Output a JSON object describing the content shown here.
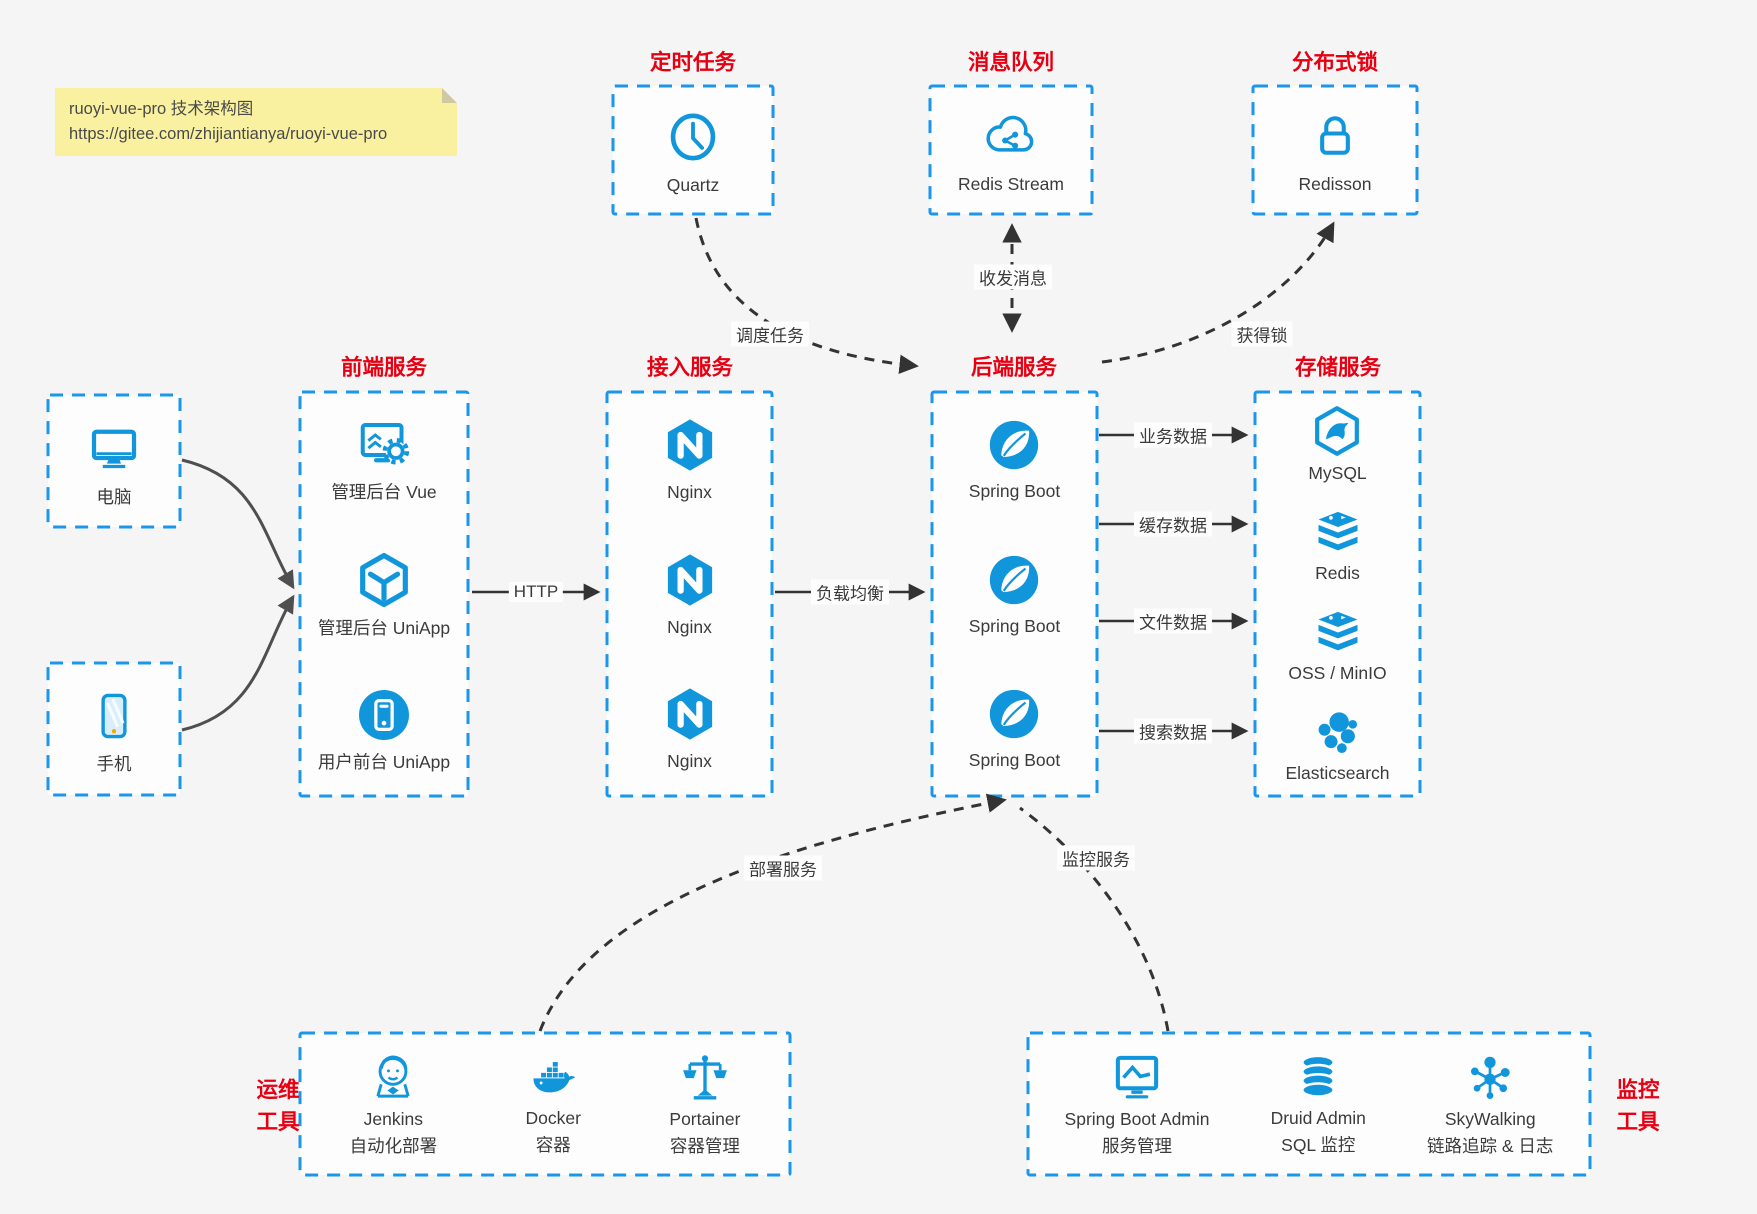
{
  "note": {
    "line1": "ruoyi-vue-pro 技术架构图",
    "line2": "https://gitee.com/zhijiantianya/ruoyi-vue-pro"
  },
  "top_boxes": [
    {
      "title": "定时任务",
      "label": "Quartz",
      "icon": "clock-icon"
    },
    {
      "title": "消息队列",
      "label": "Redis Stream",
      "icon": "cloud-stream-icon"
    },
    {
      "title": "分布式锁",
      "label": "Redisson",
      "icon": "lock-icon"
    }
  ],
  "clients": [
    {
      "label": "电脑",
      "icon": "desktop-icon"
    },
    {
      "label": "手机",
      "icon": "mobile-icon"
    }
  ],
  "frontend": {
    "title": "前端服务",
    "items": [
      {
        "label": "管理后台 Vue",
        "icon": "admin-vue-icon"
      },
      {
        "label": "管理后台 UniApp",
        "icon": "uniapp-cube-icon"
      },
      {
        "label": "用户前台 UniApp",
        "icon": "user-app-icon"
      }
    ]
  },
  "gateway": {
    "title": "接入服务",
    "items": [
      {
        "label": "Nginx",
        "icon": "nginx-icon"
      },
      {
        "label": "Nginx",
        "icon": "nginx-icon"
      },
      {
        "label": "Nginx",
        "icon": "nginx-icon"
      }
    ]
  },
  "backend": {
    "title": "后端服务",
    "items": [
      {
        "label": "Spring Boot",
        "icon": "spring-boot-icon"
      },
      {
        "label": "Spring Boot",
        "icon": "spring-boot-icon"
      },
      {
        "label": "Spring Boot",
        "icon": "spring-boot-icon"
      }
    ]
  },
  "storage": {
    "title": "存储服务",
    "items": [
      {
        "label": "MySQL",
        "icon": "mysql-icon"
      },
      {
        "label": "Redis",
        "icon": "redis-icon"
      },
      {
        "label": "OSS / MinIO",
        "icon": "oss-icon"
      },
      {
        "label": "Elasticsearch",
        "icon": "elasticsearch-icon"
      }
    ]
  },
  "ops": {
    "side_line1": "运维",
    "side_line2": "工具",
    "items": [
      {
        "name": "Jenkins",
        "sub": "自动化部署",
        "icon": "jenkins-icon"
      },
      {
        "name": "Docker",
        "sub": "容器",
        "icon": "docker-icon"
      },
      {
        "name": "Portainer",
        "sub": "容器管理",
        "icon": "portainer-icon"
      }
    ]
  },
  "monitoring": {
    "side_line1": "监控",
    "side_line2": "工具",
    "items": [
      {
        "name": "Spring Boot Admin",
        "sub": "服务管理",
        "icon": "monitor-chart-icon"
      },
      {
        "name": "Druid Admin",
        "sub": "SQL 监控",
        "icon": "database-icon"
      },
      {
        "name": "SkyWalking",
        "sub": "链路追踪 & 日志",
        "icon": "topology-icon"
      }
    ]
  },
  "edges": {
    "http": "HTTP",
    "load_balance": "负载均衡",
    "business": "业务数据",
    "cache": "缓存数据",
    "file": "文件数据",
    "search": "搜索数据",
    "schedule": "调度任务",
    "message": "收发消息",
    "lock": "获得锁",
    "deploy": "部署服务",
    "monitor": "监控服务"
  },
  "colors": {
    "accent_blue": "#1296db",
    "border_blue": "#1a97ec",
    "title_red": "#e60012",
    "arrow_dark": "#333333",
    "note_bg": "#faf1a0"
  }
}
